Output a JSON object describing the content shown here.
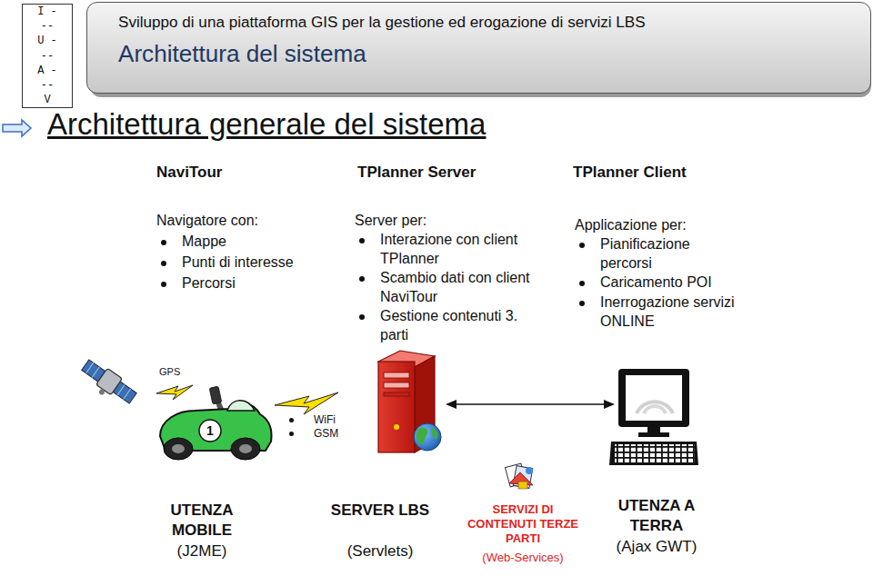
{
  "diagram": {
    "title": "Architettura generale del sistema",
    "nodes": [
      {
        "text": [
          "I --- U --- A --- V"
        ]
      },
      {
        "text": [
          "Sviluppo di una piattaforma GIS per la gestione ed erogazione di servizi LBS",
          "Architettura del sistema"
        ]
      }
    ],
    "labels": [
      "NaviTour",
      "Navigatore con:",
      "Mappe",
      "Punti di interesse",
      "Percorsi",
      "TPlanner Server",
      "Server per:",
      "Interazione con client TPlanner",
      "Scambio dati con client NaviTour",
      "Gestione contenuti 3. parti",
      "TPlanner Client",
      "Applicazione per:",
      "Pianificazione percorsi",
      "Caricamento POI",
      "Inerrogazione servizi ONLINE",
      "GPS",
      "1",
      "WiFi",
      "GSM",
      "UTENZA MOBILE",
      "(J2ME)",
      "SERVER LBS",
      "(Servlets)",
      "SERVIZI DI CONTENUTI TERZE PARTI",
      "(Web-Services)",
      "UTENZA A TERRA",
      "(Ajax GWT)"
    ]
  }
}
